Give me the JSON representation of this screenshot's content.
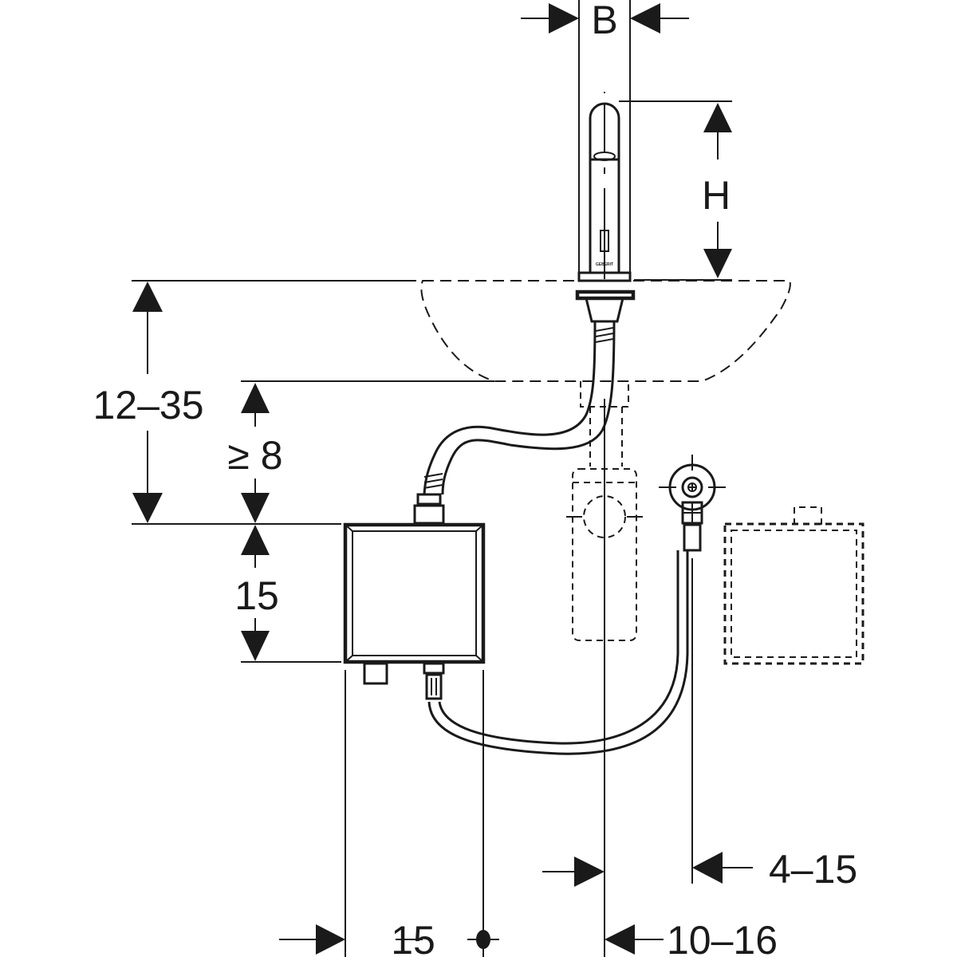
{
  "title": "Washbasin tap with concealed control unit - installation dimensions",
  "colors": {
    "line": "#1a1a1a",
    "background": "#ffffff"
  },
  "dimensions": {
    "width_label": "B",
    "height_label": "H",
    "basin_to_box_top": "12–35",
    "basin_bottom_clearance": "≥ 8",
    "box_height": "15",
    "box_to_axis": "15",
    "drain_offset": "10–16",
    "valve_offset": "4–15"
  },
  "brand_mark": "GEBERIT",
  "components": [
    "tap-spout",
    "washbasin-outline",
    "flex-hose",
    "control-box",
    "siphon-outline",
    "angle-valve",
    "battery-box-outline"
  ]
}
